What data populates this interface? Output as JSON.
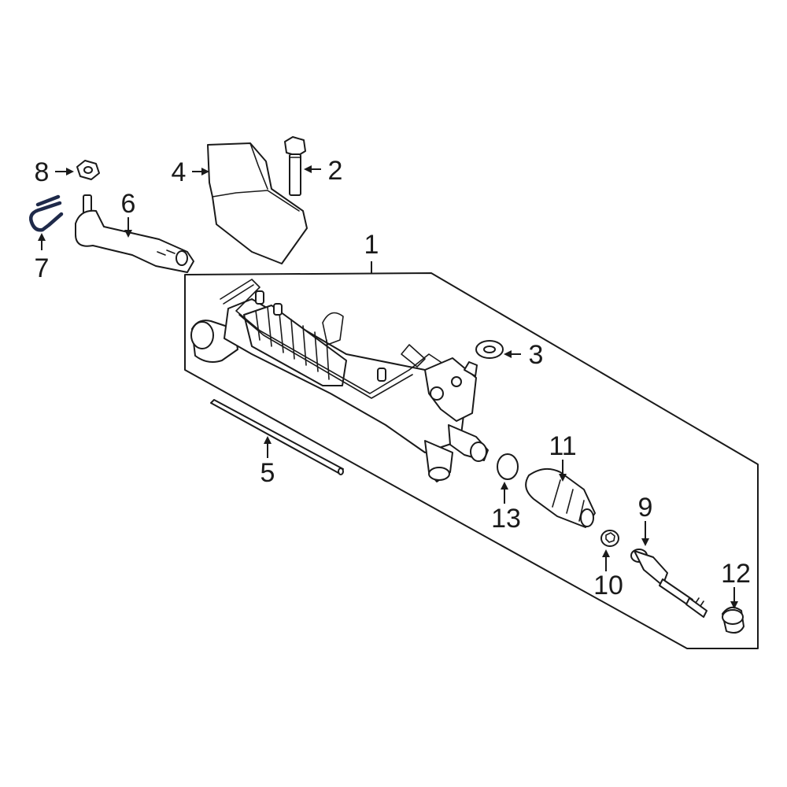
{
  "callouts": [
    {
      "id": "1",
      "label": "1"
    },
    {
      "id": "2",
      "label": "2"
    },
    {
      "id": "3",
      "label": "3"
    },
    {
      "id": "4",
      "label": "4"
    },
    {
      "id": "5",
      "label": "5"
    },
    {
      "id": "6",
      "label": "6"
    },
    {
      "id": "7",
      "label": "7",
      "highlighted": true
    },
    {
      "id": "8",
      "label": "8"
    },
    {
      "id": "9",
      "label": "9"
    },
    {
      "id": "10",
      "label": "10"
    },
    {
      "id": "11",
      "label": "11"
    },
    {
      "id": "12",
      "label": "12"
    },
    {
      "id": "13",
      "label": "13"
    }
  ],
  "colors": {
    "line": "#1a1a1a",
    "background": "#ffffff",
    "highlight": "#1f2a4a"
  }
}
